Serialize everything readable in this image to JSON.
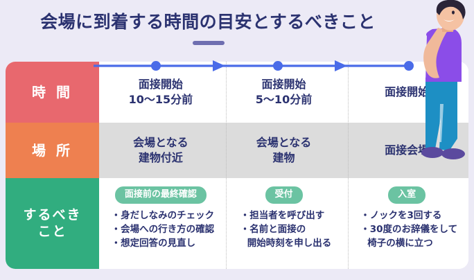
{
  "page": {
    "background_color": "#ECEAF6",
    "title": "会場に到着する時間の目安とするべきこと"
  },
  "table": {
    "rows": [
      {
        "header": "時 間",
        "header_color": "#E8686E",
        "cells": [
          {
            "lines": [
              "面接開始",
              "10〜15分前"
            ]
          },
          {
            "lines": [
              "面接開始",
              "5〜10分前"
            ]
          },
          {
            "lines": [
              "面接開始"
            ]
          }
        ]
      },
      {
        "header": "場 所",
        "header_color": "#EE8050",
        "cells": [
          {
            "lines": [
              "会場となる",
              "建物付近"
            ]
          },
          {
            "lines": [
              "会場となる",
              "建物"
            ]
          },
          {
            "lines": [
              "面接会場"
            ]
          }
        ]
      },
      {
        "header": "するべき\nこと",
        "header_color": "#31AD7F",
        "cells": [
          {
            "badge": "面接前の最終確認",
            "bullets": [
              {
                "text": "・身だしなみのチェック"
              },
              {
                "text": "・会場への行き方の確認"
              },
              {
                "text": "・想定回答の見直し"
              }
            ]
          },
          {
            "badge": "受付",
            "bullets": [
              {
                "text": "・担当者を呼び出す"
              },
              {
                "text": "・名前と面接の"
              },
              {
                "text": "開始時刻を申し出る",
                "continuation": true
              }
            ]
          },
          {
            "badge": "入室",
            "bullets": [
              {
                "text": "・ノックを3回する"
              },
              {
                "text": "・30度のお辞儀をして"
              },
              {
                "text": "椅子の横に立つ",
                "continuation": true
              }
            ]
          }
        ]
      }
    ]
  },
  "timeline": {
    "color": "#4A6BE8",
    "dot_count": 3,
    "arrow_count": 2
  },
  "character": {
    "name": "thinking-person-illustration",
    "shirt_color": "#8B4DE8",
    "pants_color": "#1D8FC4",
    "shoe_color": "#5B4A9E",
    "hair_color": "#2B2438",
    "skin_color": "#F0B99A"
  }
}
